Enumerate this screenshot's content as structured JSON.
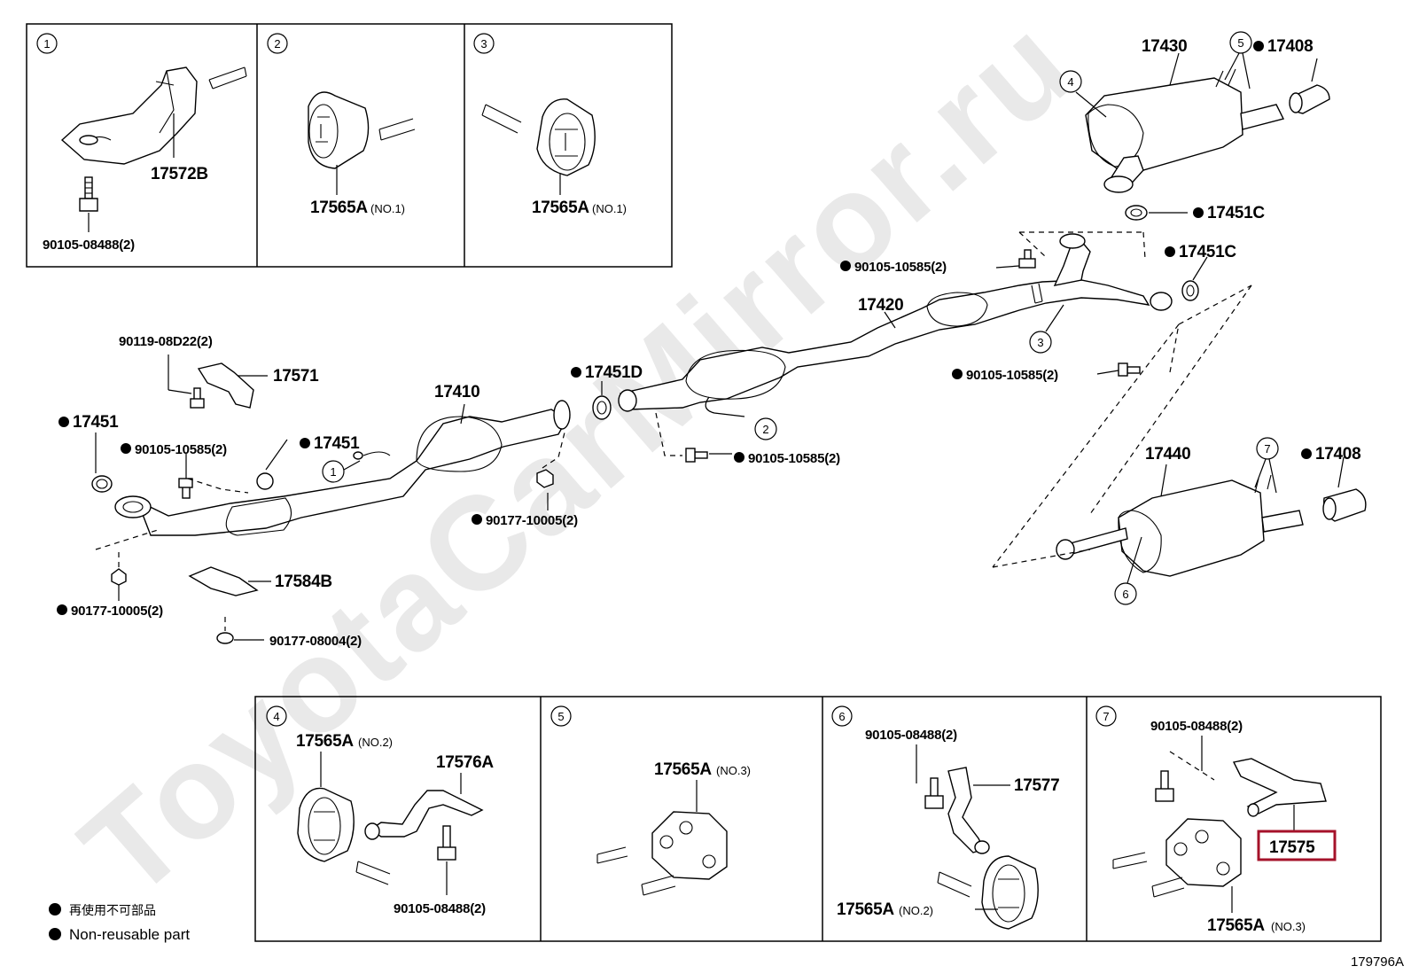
{
  "watermark": "ToyotaCarMirror.ru",
  "figure_id": "179796A",
  "legend": {
    "chinese": "再使用不可部品",
    "english": "Non-reusable part"
  },
  "panels_top": [
    {
      "num": "1",
      "part": "17572B",
      "bolt": "90105-08488(2)"
    },
    {
      "num": "2",
      "part": "17565A",
      "note": "(NO.1)"
    },
    {
      "num": "3",
      "part": "17565A",
      "note": "(NO.1)"
    }
  ],
  "panels_bottom": [
    {
      "num": "4",
      "part_a": "17565A",
      "note_a": "(NO.2)",
      "part_b": "17576A",
      "bolt": "90105-08488(2)"
    },
    {
      "num": "5",
      "part_a": "17565A",
      "note_a": "(NO.3)"
    },
    {
      "num": "6",
      "bolt": "90105-08488(2)",
      "part_b": "17577",
      "part_a": "17565A",
      "note_a": "(NO.2)"
    },
    {
      "num": "7",
      "bolt": "90105-08488(2)",
      "part_b": "17575",
      "part_a": "17565A",
      "note_a": "(NO.3)"
    }
  ],
  "main": {
    "l_17430": "17430",
    "l_17408a": "17408",
    "l_17451c_a": "17451C",
    "l_17451c_b": "17451C",
    "l_bolt_10585_a": "90105-10585(2)",
    "l_17420": "17420",
    "l_bolt_10585_b": "90105-10585(2)",
    "l_17440": "17440",
    "l_17408b": "17408",
    "l_90119": "90119-08D22(2)",
    "l_17571": "17571",
    "l_17410": "17410",
    "l_17451d": "17451D",
    "l_17451a": "17451",
    "l_bolt_10585_c": "90105-10585(2)",
    "l_17451b": "17451",
    "l_bolt_10585_d": "90105-10585(2)",
    "l_90177_10005a": "90177-10005(2)",
    "l_90177_10005b": "90177-10005(2)",
    "l_17584b": "17584B",
    "l_90177_08004": "90177-08004(2)"
  },
  "callouts": {
    "c1": "1",
    "c2": "2",
    "c3": "3",
    "c4": "4",
    "c5": "5",
    "c6": "6",
    "c7": "7"
  },
  "highlight": {
    "part": "17575",
    "color": "#a5122a"
  }
}
